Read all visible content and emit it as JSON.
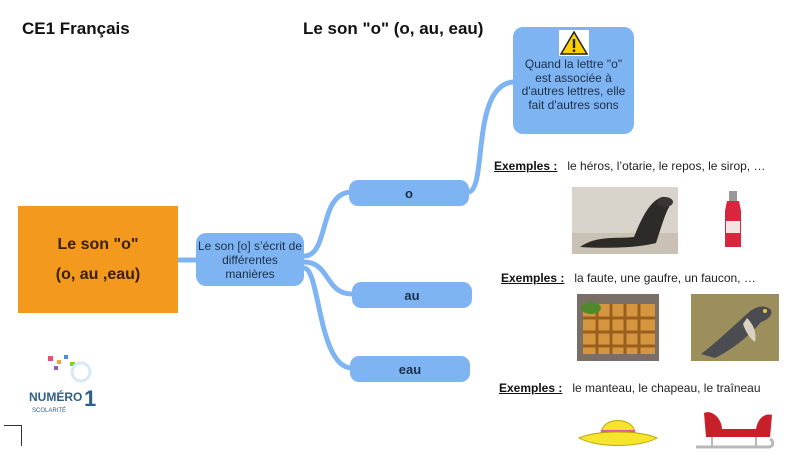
{
  "header": {
    "left_title": "CE1 Français",
    "center_title": "Le son \"o\" (o, au, eau)"
  },
  "root": {
    "line1": "Le son \"o\"",
    "line2": "(o, au ,eau)"
  },
  "middle": {
    "label": "Le son [o] s’écrit de différentes manières"
  },
  "branches": [
    {
      "label": "o"
    },
    {
      "label": "au"
    },
    {
      "label": "eau"
    }
  ],
  "note": {
    "icon": "warning-icon",
    "text": "Quand la lettre \"o\" est associée à d'autres lettres, elle fait d'autres sons"
  },
  "examples": [
    {
      "label": "Exemples :",
      "words": "le héros, l’otarie, le repos, le sirop, …",
      "images": [
        "seal",
        "syrup-bottle"
      ]
    },
    {
      "label": "Exemples :",
      "words": "la faute, une gaufre, un faucon, …",
      "images": [
        "waffle",
        "falcon"
      ]
    },
    {
      "label": "Exemples :",
      "words": "le manteau, le chapeau, le traîneau",
      "images": [
        "sun-hat",
        "sleigh"
      ]
    }
  ],
  "logo": {
    "name": "numero-1-scolarite-logo",
    "text": "NUMÉRO 1 SCOLARITÉ"
  },
  "colors": {
    "root": "#f39a1e",
    "node": "#7fb4f2",
    "link": "#7fb4f2"
  }
}
